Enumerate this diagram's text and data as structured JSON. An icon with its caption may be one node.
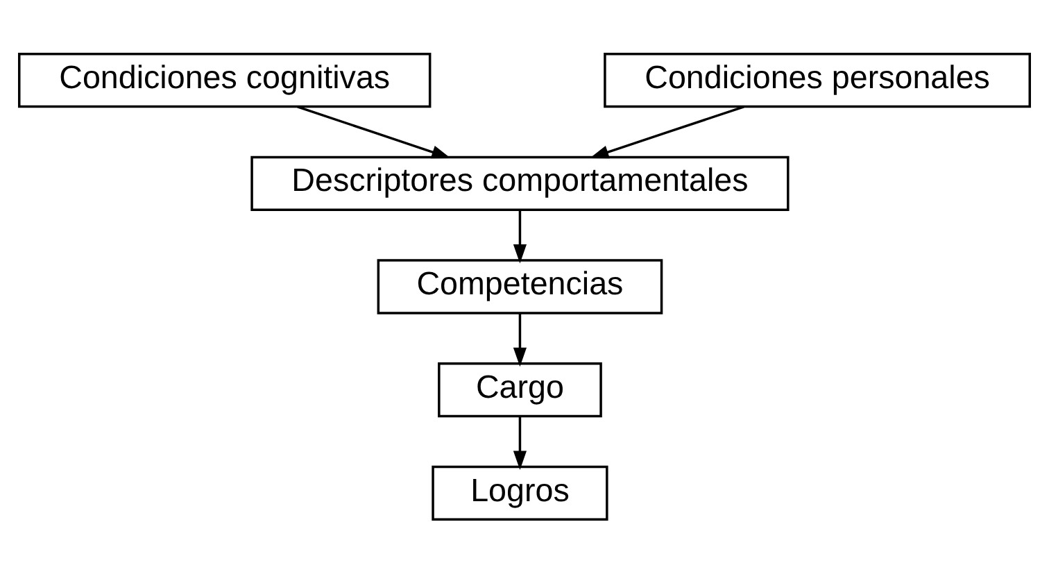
{
  "diagram": {
    "nodes": [
      {
        "text": [
          "Condiciones cognitivas"
        ]
      },
      {
        "text": [
          "Condiciones personales"
        ]
      },
      {
        "text": [
          "Descriptores comportamentales"
        ]
      },
      {
        "text": [
          "Competencias"
        ]
      },
      {
        "text": [
          "Cargo"
        ]
      },
      {
        "text": [
          "Logros"
        ]
      }
    ],
    "edges": [
      {
        "from": 0,
        "to": 2,
        "arrow": "to"
      },
      {
        "from": 1,
        "to": 2,
        "arrow": "to"
      },
      {
        "from": 2,
        "to": 3,
        "arrow": "to"
      },
      {
        "from": 3,
        "to": 4,
        "arrow": "to"
      },
      {
        "from": 4,
        "to": 5,
        "arrow": "to"
      }
    ]
  }
}
